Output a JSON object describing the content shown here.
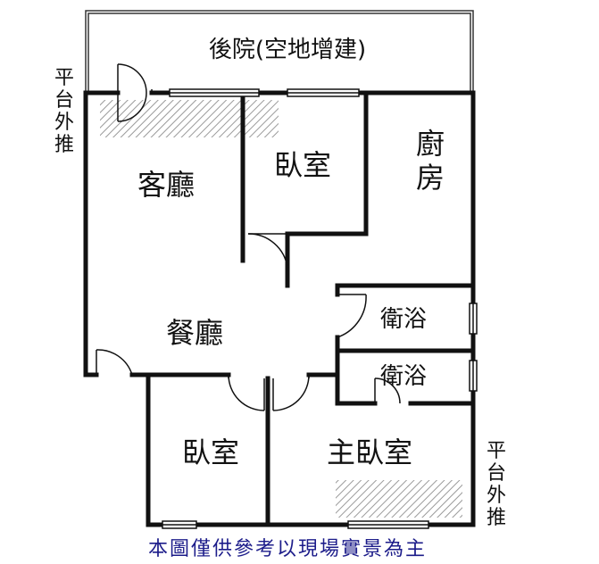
{
  "labels": {
    "backyard": "後院(空地增建)",
    "balcony_left": [
      "平",
      "台",
      "外",
      "推"
    ],
    "balcony_right": [
      "平",
      "台",
      "外",
      "推"
    ],
    "living_room": "客廳",
    "bedroom_top": "臥室",
    "kitchen": [
      "廚",
      "房"
    ],
    "dining_room": "餐廳",
    "bath_1": "衛浴",
    "bath_2": "衛浴",
    "bedroom_bottom": "臥室",
    "master_bedroom": "主臥室"
  },
  "footer_note": "本圖僅供參考以現場實景為主",
  "colors": {
    "wall": "#111111",
    "hatch": "#9a9a9a",
    "note": "#1c1c8a"
  }
}
